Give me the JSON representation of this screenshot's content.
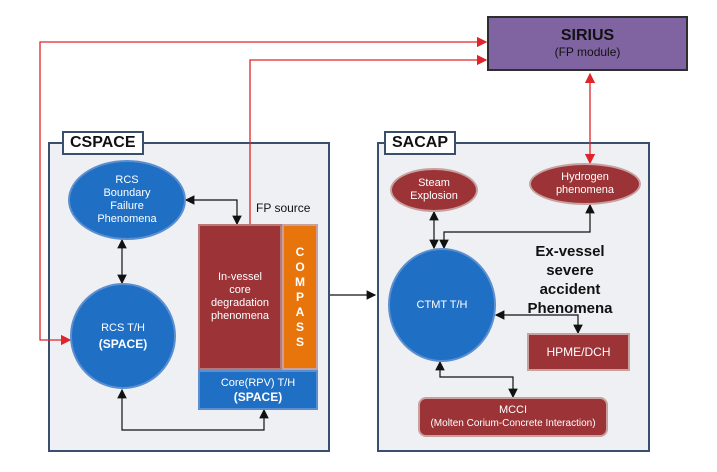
{
  "sirius": {
    "title": "SIRIUS",
    "subtitle": "(FP module)"
  },
  "cspace": {
    "label": "CSPACE",
    "rcs_boundary": [
      "RCS",
      "Boundary",
      "Failure",
      "Phenomena"
    ],
    "fp_source": "FP source",
    "invessel": [
      "In-vessel",
      "core",
      "degradation",
      "phenomena"
    ],
    "compass": "COMPASS",
    "core_th": "Core(RPV) T/H",
    "core_space": "(SPACE)",
    "rcs_th": "RCS T/H",
    "rcs_space": "(SPACE)"
  },
  "sacap": {
    "label": "SACAP",
    "steam": [
      "Steam",
      "Explosion"
    ],
    "hydrogen": [
      "Hydrogen",
      "phenomena"
    ],
    "exvessel": [
      "Ex-vessel",
      "severe accident",
      "Phenomena"
    ],
    "ctmt": "CTMT T/H",
    "hpme": "HPME/DCH",
    "mcci_title": "MCCI",
    "mcci_sub": "(Molten Corium-Concrete Interaction)"
  },
  "colors": {
    "blue": "#1f6fc4",
    "red": "#9c3336",
    "orange": "#e8740c",
    "purple": "#8064a2",
    "link": "#e0242b"
  }
}
